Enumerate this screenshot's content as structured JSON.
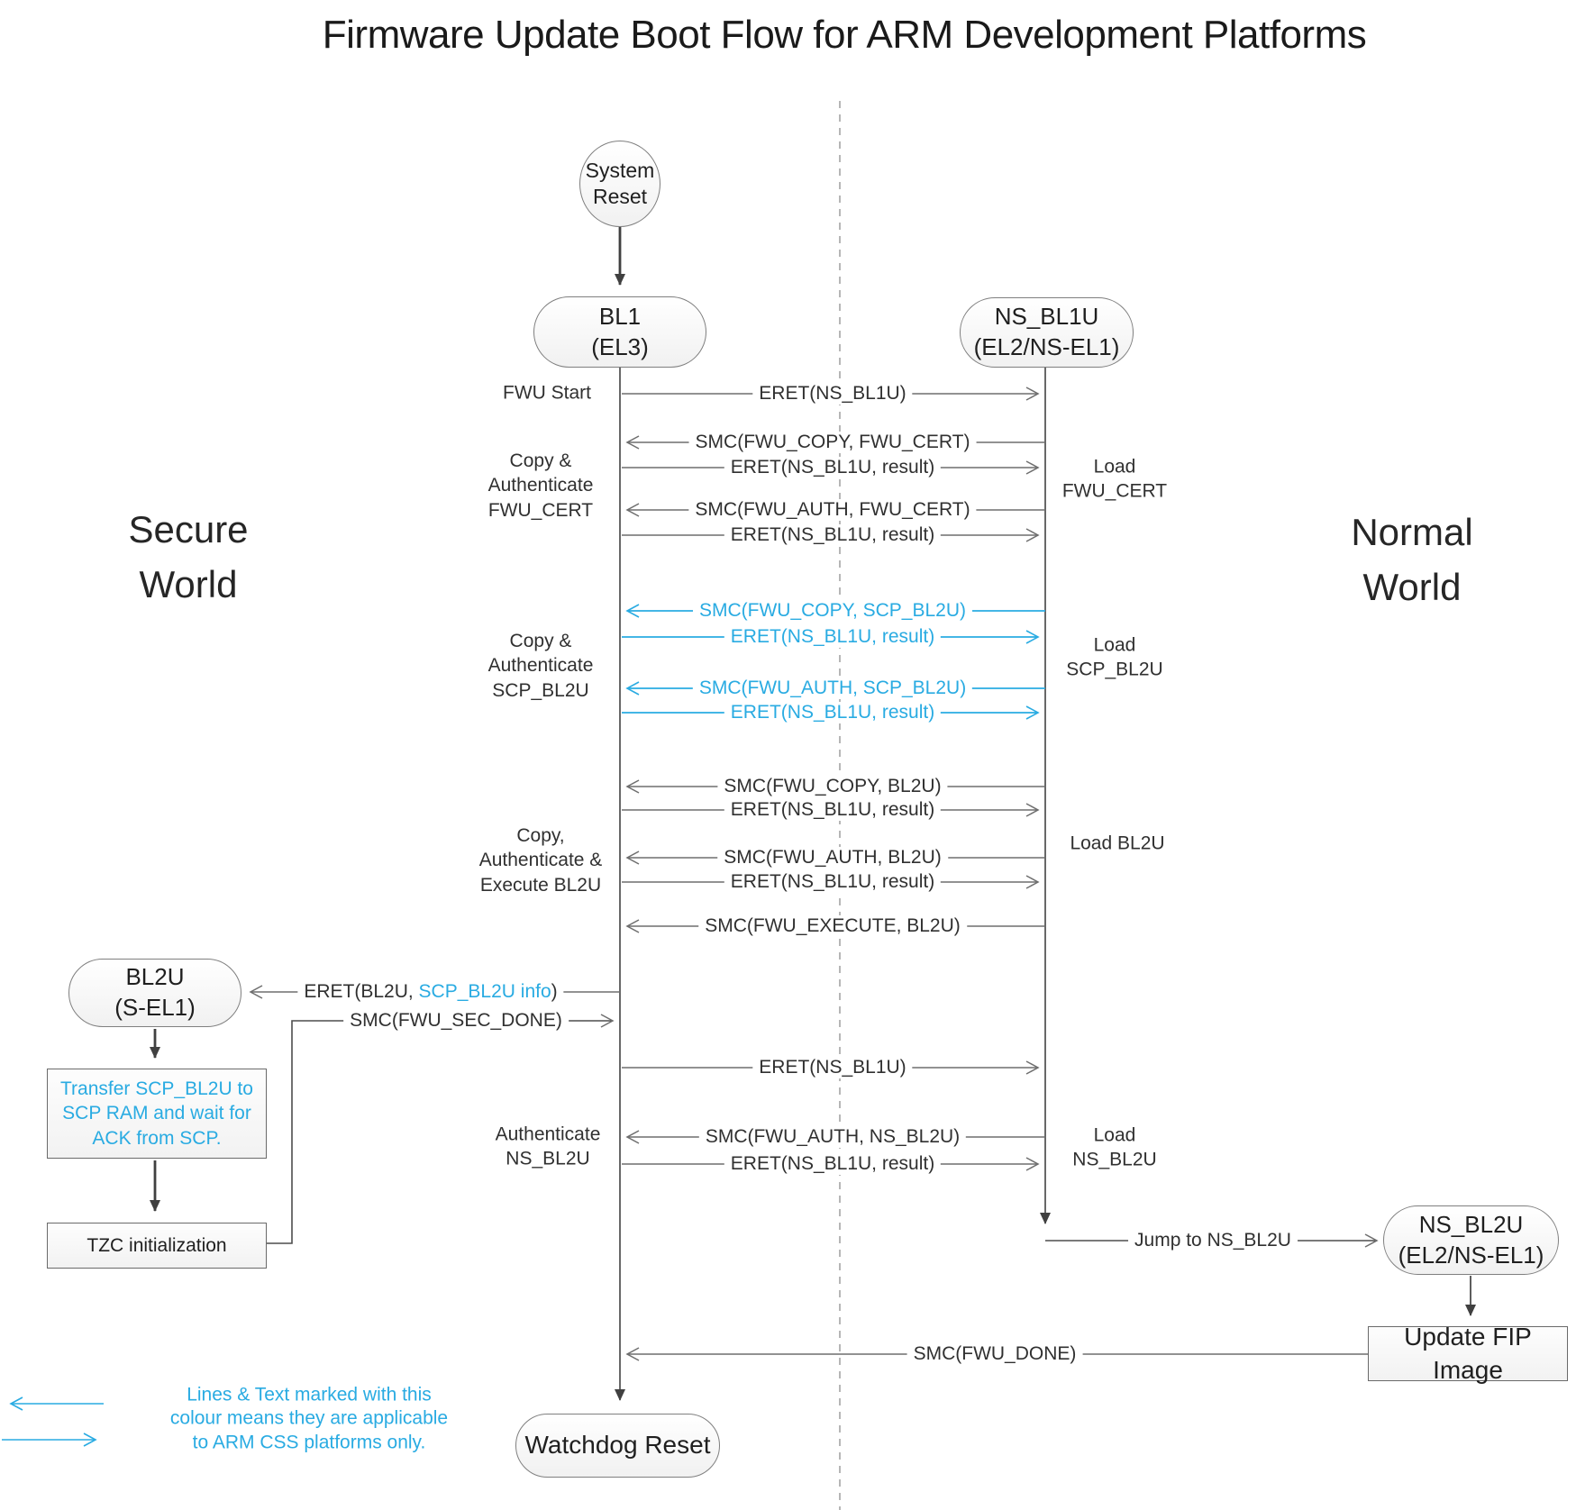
{
  "title": "Firmware Update Boot Flow for ARM Development Platforms",
  "worlds": {
    "secure": [
      "Secure",
      "World"
    ],
    "normal": [
      "Normal",
      "World"
    ]
  },
  "nodes": {
    "system_reset": [
      "System",
      "Reset"
    ],
    "bl1": [
      "BL1",
      "(EL3)"
    ],
    "ns_bl1u": [
      "NS_BL1U",
      "(EL2/NS-EL1)"
    ],
    "bl2u": [
      "BL2U",
      "(S-EL1)"
    ],
    "transfer_scp": [
      "Transfer SCP_BL2U to",
      "SCP RAM and wait for",
      "ACK from SCP."
    ],
    "tzc": "TZC initialization",
    "ns_bl2u": [
      "NS_BL2U",
      "(EL2/NS-EL1)"
    ],
    "update_fip": "Update FIP Image",
    "watchdog": "Watchdog Reset"
  },
  "messages": [
    {
      "label": "ERET(NS_BL1U)"
    },
    {
      "label": "SMC(FWU_COPY, FWU_CERT)"
    },
    {
      "label": "ERET(NS_BL1U, result)"
    },
    {
      "label": "SMC(FWU_AUTH, FWU_CERT)"
    },
    {
      "label": "ERET(NS_BL1U, result)"
    },
    {
      "label": "SMC(FWU_COPY, SCP_BL2U)"
    },
    {
      "label": "ERET(NS_BL1U, result)"
    },
    {
      "label": "SMC(FWU_AUTH, SCP_BL2U)"
    },
    {
      "label": "ERET(NS_BL1U, result)"
    },
    {
      "label": "SMC(FWU_COPY, BL2U)"
    },
    {
      "label": "ERET(NS_BL1U, result)"
    },
    {
      "label": "SMC(FWU_AUTH, BL2U)"
    },
    {
      "label": "ERET(NS_BL1U, result)"
    },
    {
      "label": "SMC(FWU_EXECUTE, BL2U)"
    },
    {
      "pre": "ERET(BL2U, ",
      "cyan": "SCP_BL2U info",
      "post": ")"
    },
    {
      "label": "SMC(FWU_SEC_DONE)"
    },
    {
      "label": "ERET(NS_BL1U)"
    },
    {
      "label": "SMC(FWU_AUTH, NS_BL2U)"
    },
    {
      "label": "ERET(NS_BL1U, result)"
    },
    {
      "label": "Jump to NS_BL2U"
    },
    {
      "label": "SMC(FWU_DONE)"
    }
  ],
  "side_labels": {
    "fwu_start": "FWU Start",
    "copy_auth_fwu_cert": [
      "Copy &",
      "Authenticate",
      "FWU_CERT"
    ],
    "copy_auth_scp_bl2u": [
      "Copy &",
      "Authenticate",
      "SCP_BL2U"
    ],
    "copy_auth_exec_bl2u": [
      "Copy,",
      "Authenticate &",
      "Execute BL2U"
    ],
    "auth_ns_bl2u": [
      "Authenticate",
      "NS_BL2U"
    ],
    "load_fwu_cert": [
      "Load",
      "FWU_CERT"
    ],
    "load_scp_bl2u": [
      "Load",
      "SCP_BL2U"
    ],
    "load_bl2u": "Load BL2U",
    "load_ns_bl2u": [
      "Load",
      "NS_BL2U"
    ]
  },
  "legend": [
    "Lines & Text marked with this",
    "colour means they are applicable",
    "to ARM CSS platforms only."
  ],
  "colors": {
    "css_platform_accent": "#29ABE2",
    "line_gray": "#6e6e6e",
    "flow_dark": "#404040"
  }
}
